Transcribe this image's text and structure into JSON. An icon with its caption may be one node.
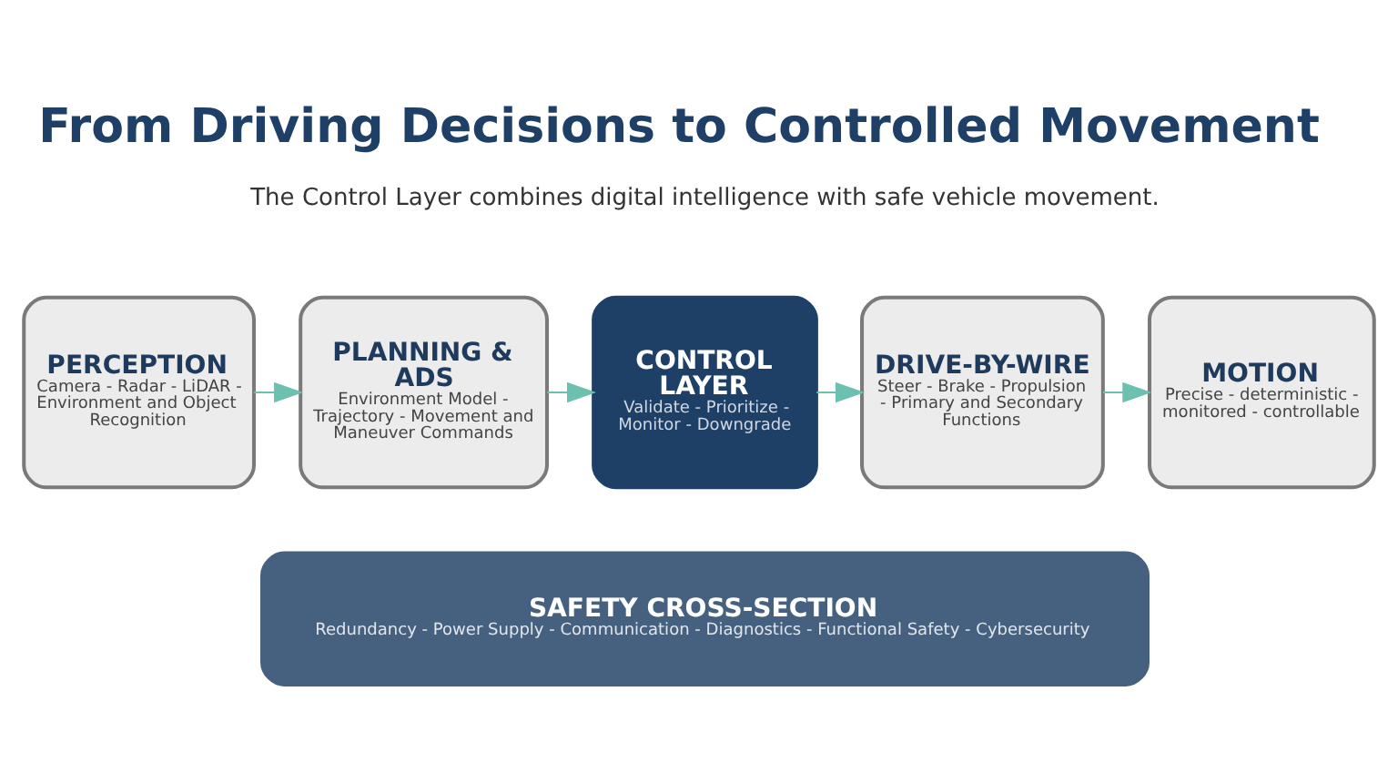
{
  "diagram": {
    "title": "From Driving Decisions to Controlled Movement",
    "nodes": [
      {
        "text": [
          "PERCEPTION",
          "Camera - Radar - LiDAR - Environment and Object Recognition"
        ]
      },
      {
        "text": [
          "PLANNING & ADS",
          "Environment Model - Trajectory - Movement and Maneuver Commands"
        ]
      },
      {
        "text": [
          "CONTROL LAYER",
          "Validate - Prioritize - Monitor - Downgrade"
        ]
      },
      {
        "text": [
          "DRIVE-BY-WIRE",
          "Steer - Brake - Propulsion - Primary and Secondary Functions"
        ]
      },
      {
        "text": [
          "MOTION",
          "Precise - deterministic - monitored - controllable"
        ]
      },
      {
        "text": [
          "SAFETY CROSS-SECTION",
          "Redundancy - Power Supply - Communication - Diagnostics - Functional Safety - Cybersecurity"
        ]
      }
    ],
    "edges": [
      {
        "from": 0,
        "to": 1,
        "arrow": "to"
      },
      {
        "from": 1,
        "to": 2,
        "arrow": "to"
      },
      {
        "from": 2,
        "to": 3,
        "arrow": "to"
      },
      {
        "from": 3,
        "to": 4,
        "arrow": "to"
      }
    ],
    "labels": [
      "The Control Layer combines digital intelligence with safe vehicle movement."
    ]
  }
}
